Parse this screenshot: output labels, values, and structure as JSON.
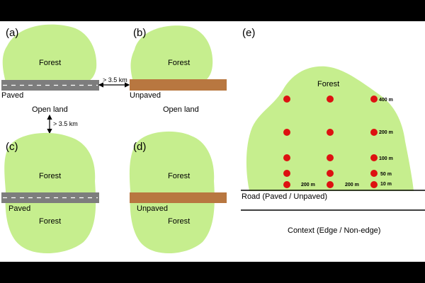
{
  "colors": {
    "forest": "#c6ee8e",
    "paved": "#7d7d7d",
    "paved_dash": "#ffffff",
    "unpaved": "#b87740",
    "plot": "#dd1111",
    "frame": "#000000"
  },
  "panels": {
    "a": {
      "label": "(a)",
      "forest": "Forest",
      "road": "Paved"
    },
    "b": {
      "label": "(b)",
      "forest": "Forest",
      "road": "Unpaved",
      "open_land": "Open land"
    },
    "c": {
      "label": "(c)",
      "forest_top": "Forest",
      "road": "Paved",
      "forest_bottom": "Forest"
    },
    "d": {
      "label": "(d)",
      "forest_top": "Forest",
      "road": "Unpaved",
      "forest_bottom": "Forest"
    },
    "e": {
      "label": "(e)",
      "forest": "Forest",
      "distances": [
        "400 m",
        "200 m",
        "100 m",
        "50 m",
        "10 m"
      ],
      "spacing": [
        "200 m",
        "200 m"
      ],
      "road": "Road (Paved / Unpaved)",
      "context": "Context (Edge / Non-edge)"
    }
  },
  "open_land_left": "Open land",
  "gap_horizontal": "> 3.5 km",
  "gap_vertical": "> 3.5 km"
}
